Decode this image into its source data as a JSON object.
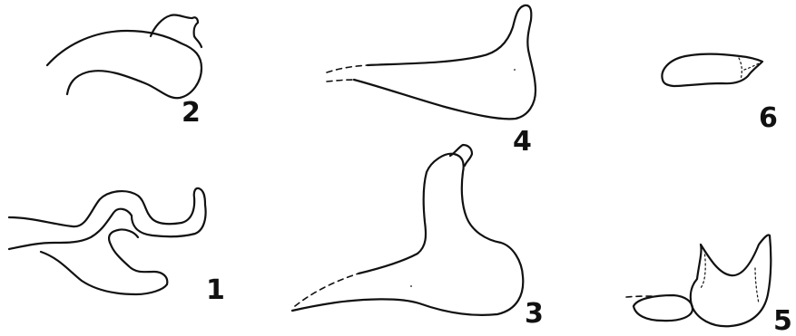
{
  "figures": [
    {
      "id": "fig1",
      "number": "1"
    },
    {
      "id": "fig2",
      "number": "2"
    },
    {
      "id": "fig3",
      "number": "3"
    },
    {
      "id": "fig4",
      "number": "4"
    },
    {
      "id": "fig5",
      "number": "5"
    },
    {
      "id": "fig6",
      "number": "6"
    }
  ],
  "colors": {
    "ink": "#111111",
    "paper": "#ffffff"
  }
}
